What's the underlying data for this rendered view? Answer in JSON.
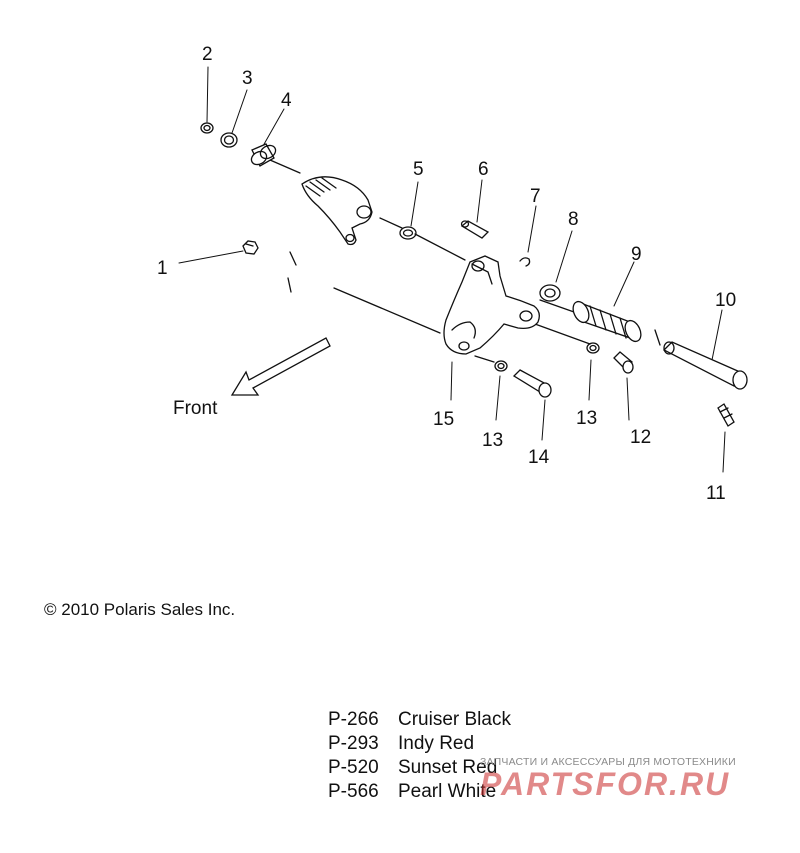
{
  "front_label": "Front",
  "callouts": [
    "1",
    "2",
    "3",
    "4",
    "5",
    "6",
    "7",
    "8",
    "9",
    "10",
    "11",
    "12",
    "13",
    "13",
    "14",
    "15"
  ],
  "copyright": "© 2010 Polaris Sales Inc.",
  "legend": [
    {
      "code": "P-266",
      "name": "Cruiser Black"
    },
    {
      "code": "P-293",
      "name": "Indy Red"
    },
    {
      "code": "P-520",
      "name": "Sunset Red"
    },
    {
      "code": "P-566",
      "name": "Pearl White"
    }
  ],
  "watermark": {
    "tagline": "ЗАПЧАСТИ И АКСЕССУАРЫ ДЛЯ МОТОТЕХНИКИ",
    "brand": "PARTSFOR.RU"
  }
}
